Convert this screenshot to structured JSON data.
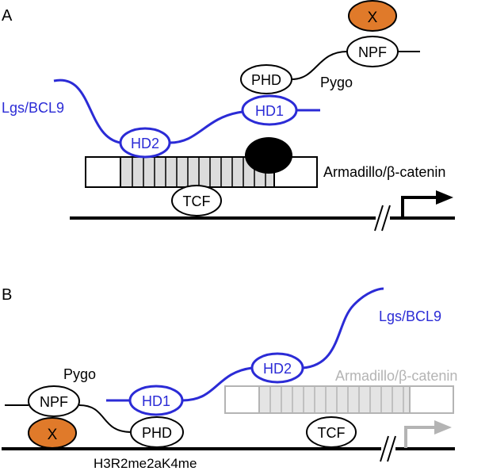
{
  "panel_a": {
    "letter": "A",
    "labels": {
      "x": "X",
      "npf": "NPF",
      "phd": "PHD",
      "pygo": "Pygo",
      "hd1": "HD1",
      "hd2": "HD2",
      "lgs": "Lgs/BCL9",
      "armadillo": "Armadillo/β-catenin",
      "tcf": "TCF"
    }
  },
  "panel_b": {
    "letter": "B",
    "labels": {
      "lgs": "Lgs/BCL9",
      "hd2": "HD2",
      "armadillo": "Armadillo/β-catenin",
      "pygo": "Pygo",
      "npf": "NPF",
      "hd1": "HD1",
      "x": "X",
      "phd": "PHD",
      "tcf": "TCF",
      "histone_mark": "H3R2me2aK4me"
    }
  },
  "colors": {
    "blue": "#2b2bd6",
    "orange": "#e07a2a",
    "gray": "#b4b4b4",
    "repeat_fill": "#dcdcdc",
    "black": "#000000"
  }
}
